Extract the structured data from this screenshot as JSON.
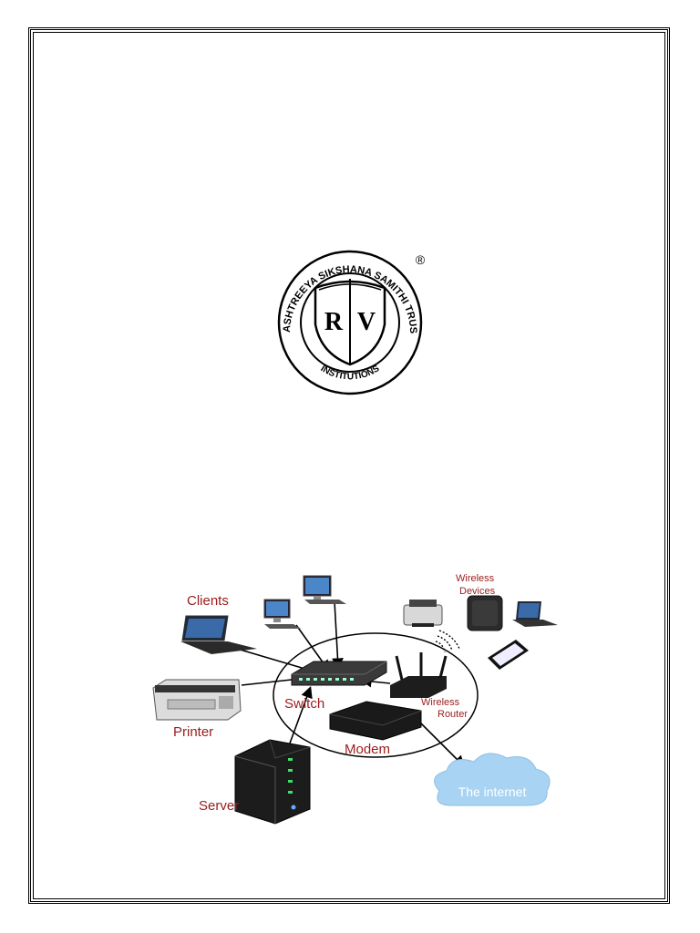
{
  "logo": {
    "ring_text": "RASHTREEYA SIKSHANA SAMITHI TRUST",
    "bottom_text": "INSTITUTIONS",
    "monogram_left": "R",
    "monogram_right": "V",
    "registered_mark": "®"
  },
  "diagram": {
    "labels": {
      "clients": "Clients",
      "wireless_devices_line1": "Wireless",
      "wireless_devices_line2": "Devices",
      "switch": "Switch",
      "wireless_router_line1": "Wireless",
      "wireless_router_line2": "Router",
      "printer": "Printer",
      "modem": "Modem",
      "server": "Server",
      "internet": "The internet"
    },
    "colors": {
      "label": "#9b1c1c",
      "cloud": "#a9d3f2"
    }
  }
}
